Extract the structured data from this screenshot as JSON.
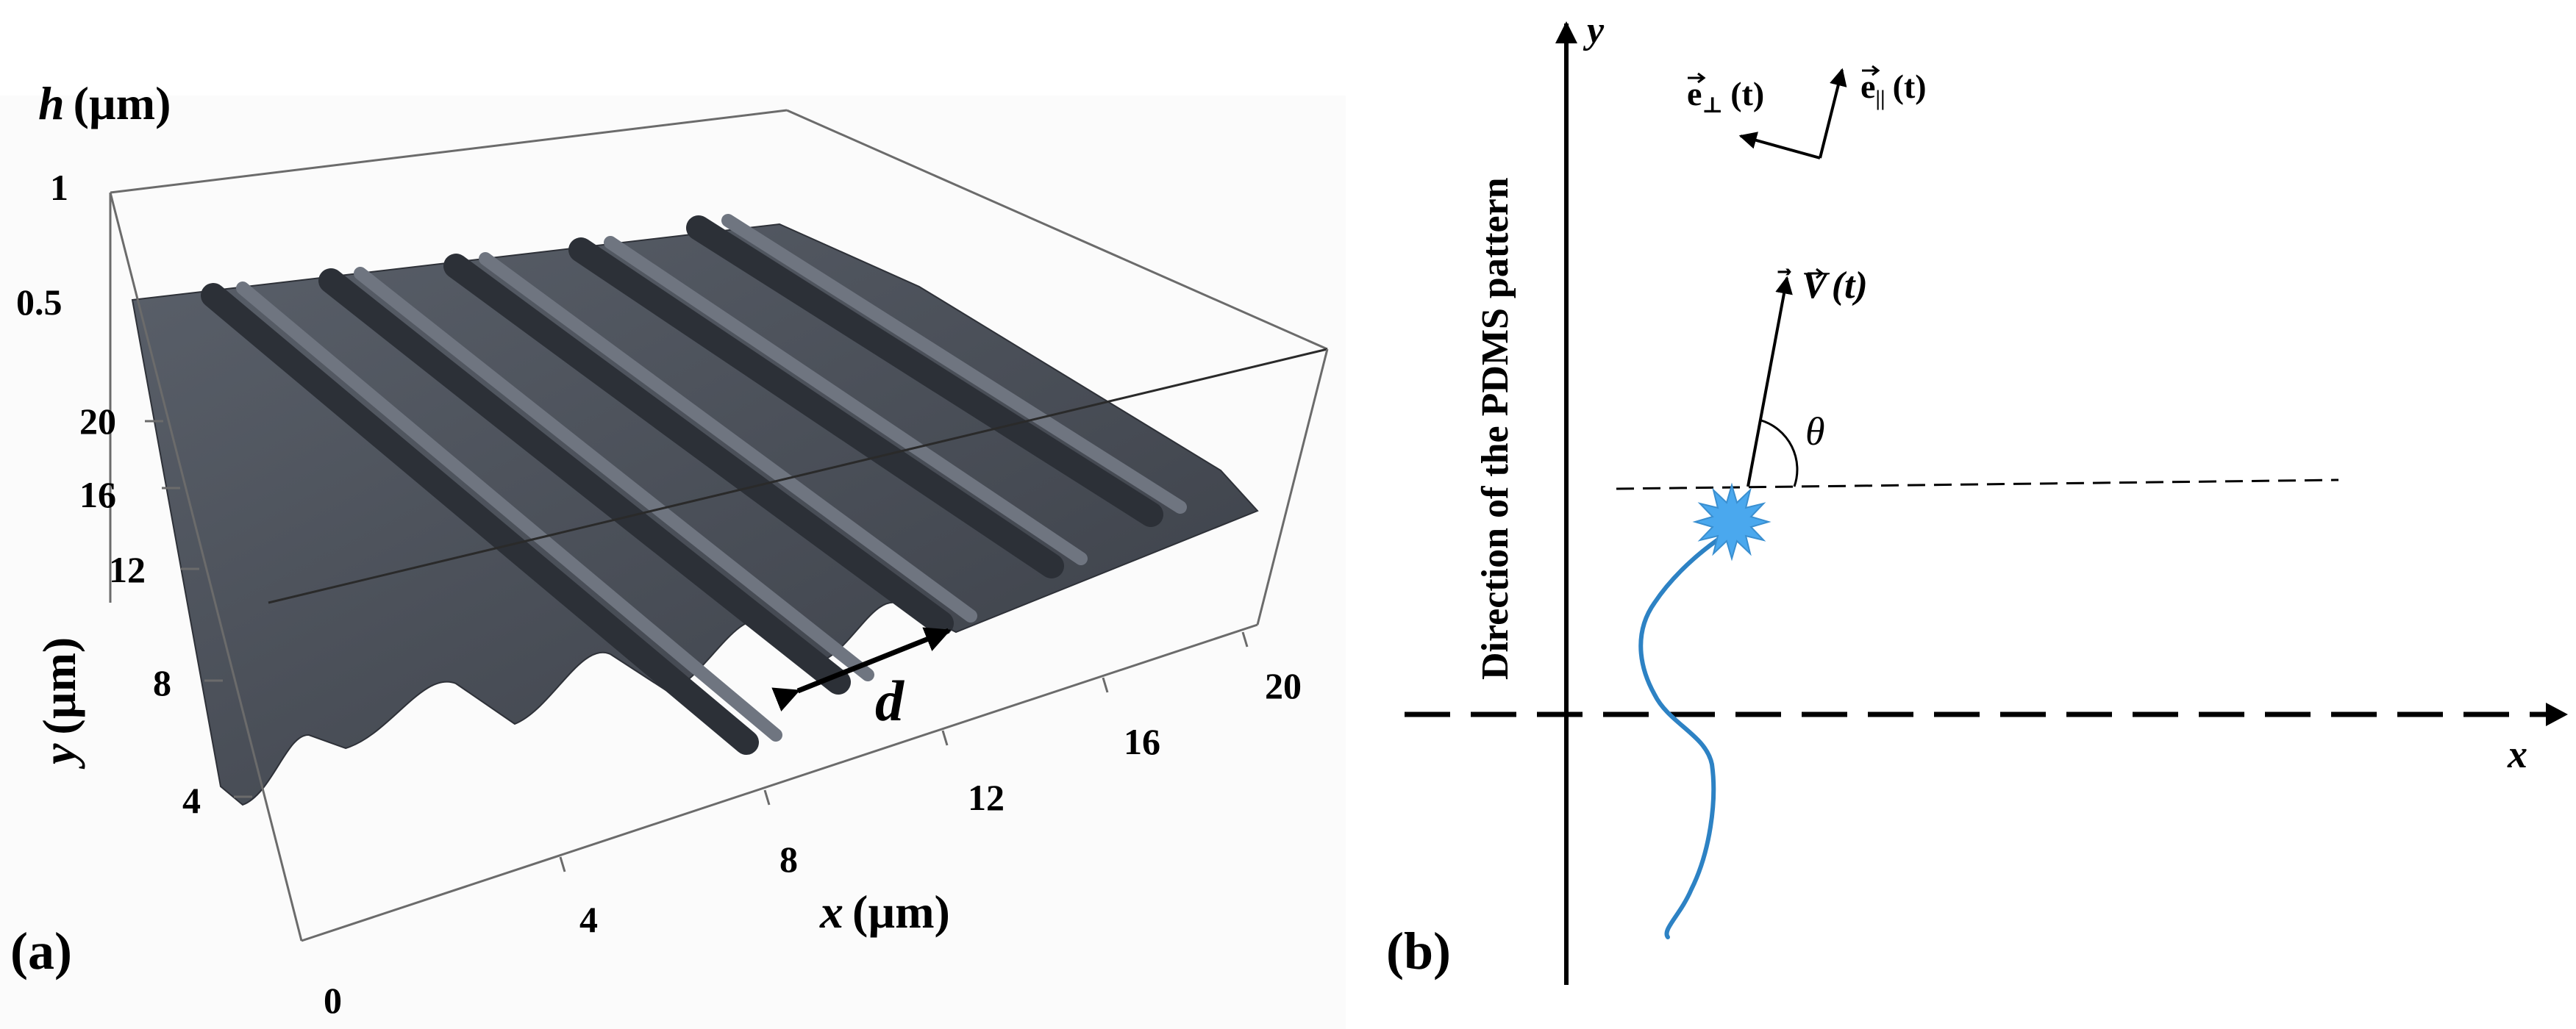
{
  "panel_a": {
    "label": "(a)",
    "h_axis": {
      "label": "h",
      "unit": "(µm)",
      "ticks": [
        "1",
        "0.5"
      ]
    },
    "y_axis": {
      "label": "y",
      "unit": "(µm)",
      "ticks": [
        "20",
        "16",
        "12",
        "8",
        "4"
      ]
    },
    "x_axis": {
      "label": "x",
      "unit": "(µm)",
      "ticks": [
        "0",
        "4",
        "8",
        "12",
        "16",
        "20"
      ]
    },
    "period_label": "d",
    "surface_color": "#4a4f58"
  },
  "panel_b": {
    "label": "(b)",
    "y_axis_label": "y",
    "x_axis_label": "x",
    "pattern_direction_label": "Direction of the PDMS pattern",
    "e_perp": {
      "vec": "e",
      "sub": "⊥",
      "arg": "(t)"
    },
    "e_par": {
      "vec": "e",
      "sub": "||",
      "arg": "(t)"
    },
    "velocity": {
      "vec": "V",
      "arg": "(t)"
    },
    "angle_label": "θ",
    "trajectory_color": "#2d82c4",
    "cell_color": "#4aa8ee"
  }
}
